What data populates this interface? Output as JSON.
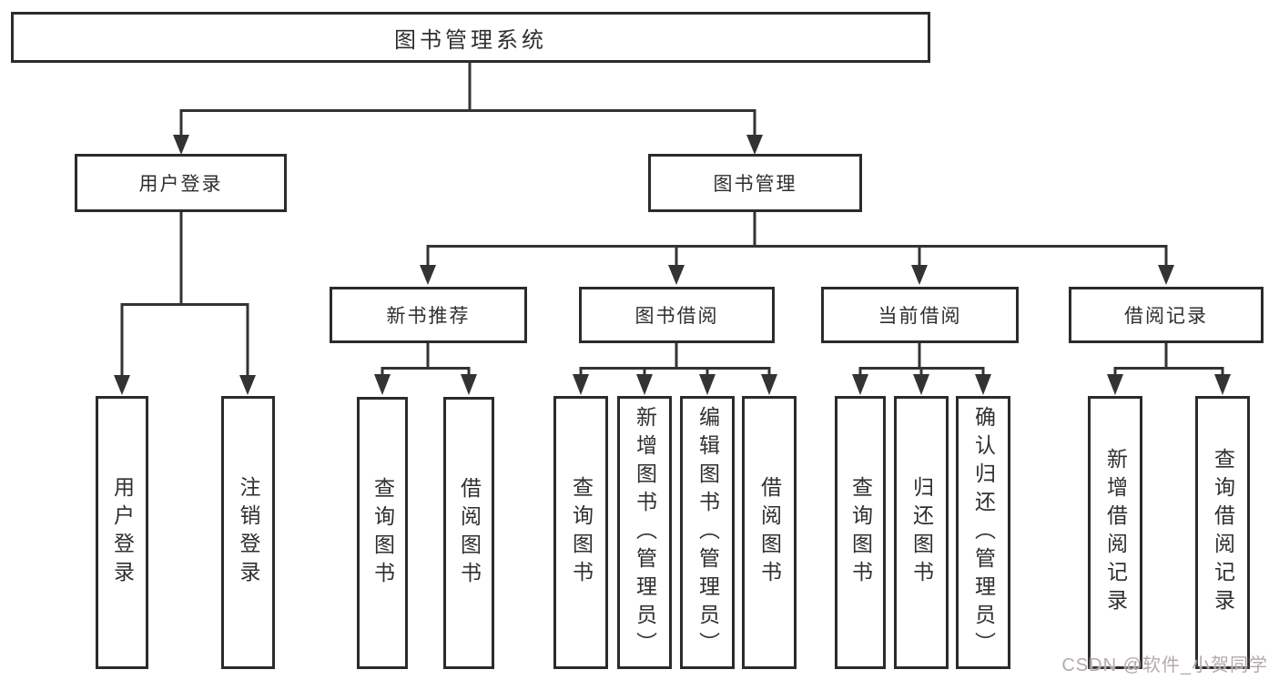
{
  "nodes": {
    "root": "图书管理系统",
    "userLogin": "用户登录",
    "bookManagement": "图书管理",
    "newBookRecommend": "新书推荐",
    "bookBorrow": "图书借阅",
    "currentBorrow": "当前借阅",
    "borrowRecord": "借阅记录",
    "leafUserLogin": "用户登录",
    "leafLogout": "注销登录",
    "leafQueryBookA": "查询图书",
    "leafBorrowBookA": "借阅图书",
    "leafQueryBookB": "查询图书",
    "leafAddBook": "新增图书（管理员）",
    "leafEditBook": "编辑图书（管理员）",
    "leafBorrowBookB": "借阅图书",
    "leafQueryBookC": "查询图书",
    "leafReturnBook": "归还图书",
    "leafConfirmReturn": "确认归还（管理员）",
    "leafAddBorrowRecord": "新增借阅记录",
    "leafQueryBorrowRecord": "查询借阅记录"
  },
  "watermark": "CSDN @软件_小贺同学",
  "colors": {
    "line": "#333333",
    "border": "#2b2b2b",
    "text": "#2f2f2f",
    "watermark": "#b3aaaa",
    "background": "#ffffff"
  }
}
